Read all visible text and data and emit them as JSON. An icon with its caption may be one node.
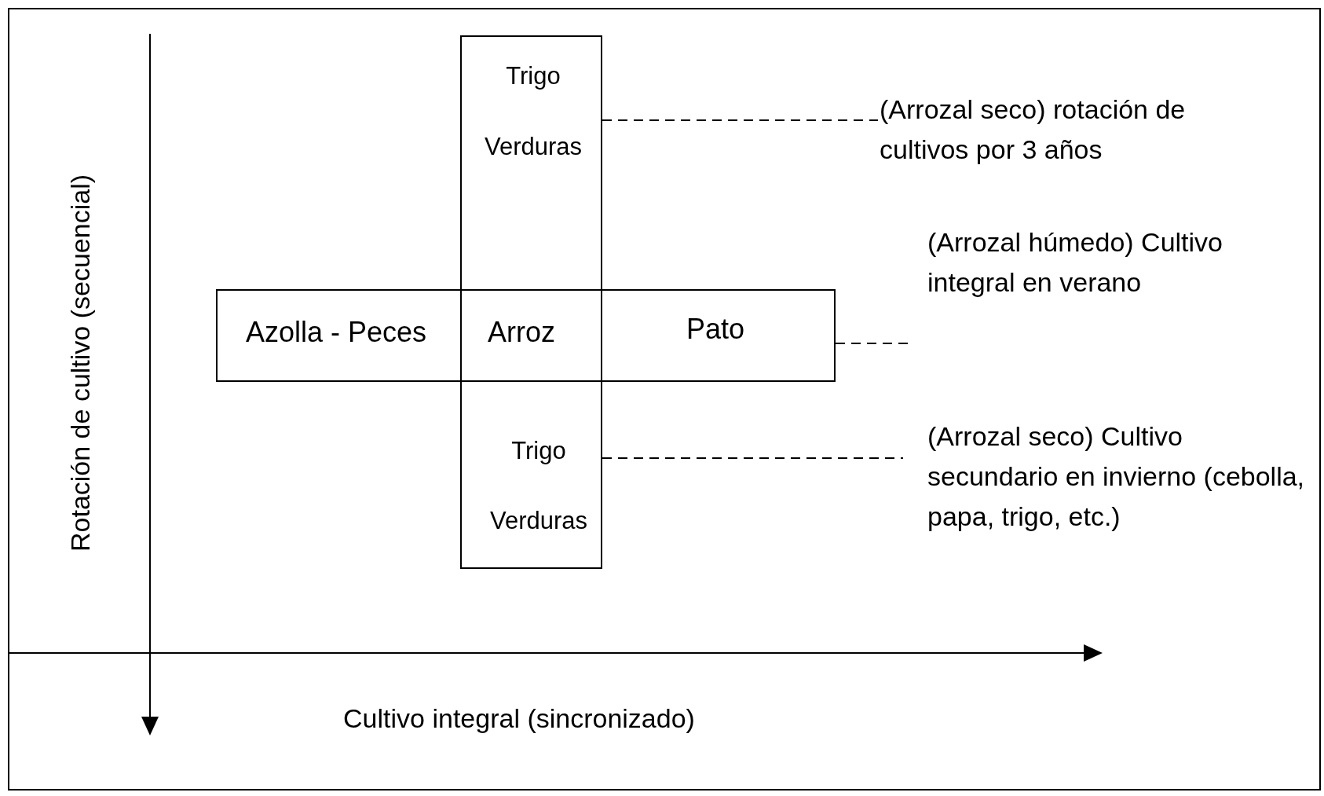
{
  "diagram": {
    "nodes": [
      {
        "text": [
          "Trigo",
          "Verduras",
          "Trigo",
          "Verduras"
        ]
      },
      {
        "text": [
          "Azolla - Peces",
          "Arroz",
          "Pato"
        ]
      },
      {
        "text": [
          "(Arrozal seco) rotación de cultivos por 3 años"
        ]
      },
      {
        "text": [
          "(Arrozal húmedo) Cultivo integral en verano"
        ]
      },
      {
        "text": [
          "(Arrozal seco) Cultivo secundario en invierno (cebolla, papa, trigo, etc.)"
        ]
      }
    ],
    "edges": [
      {
        "from": 0,
        "to": 2,
        "arrow": "none",
        "style": "dashed"
      },
      {
        "from": 1,
        "to": 3,
        "arrow": "none",
        "style": "dashed"
      },
      {
        "from": 0,
        "to": 4,
        "arrow": "none",
        "style": "dashed"
      }
    ],
    "labels": [
      "Rotación de cultivo (secuencial)",
      "Cultivo integral (sincronizado)"
    ]
  }
}
